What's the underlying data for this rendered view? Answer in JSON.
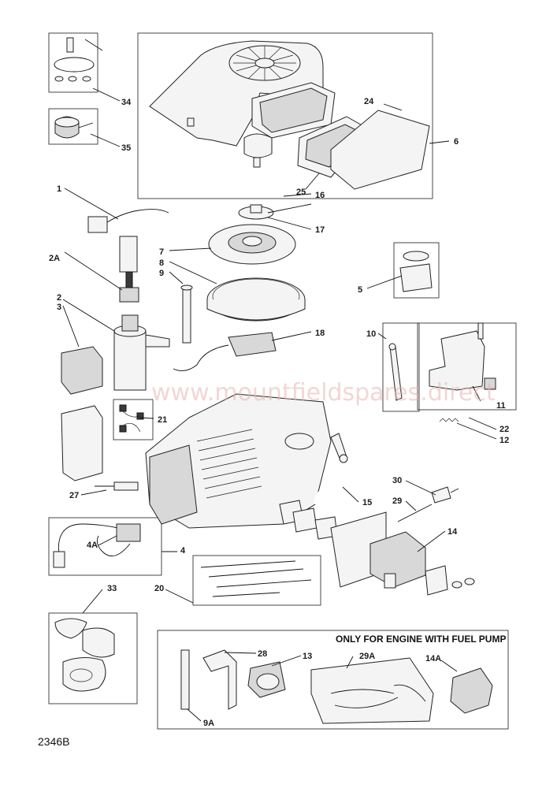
{
  "watermark": "www.mountfieldspares.direct",
  "drawing_code": "2346B",
  "fuel_pump_section_title": "ONLY FOR ENGINE WITH FUEL PUMP",
  "callouts": {
    "c1": "1",
    "c2": "2",
    "c2a": "2A",
    "c3": "3",
    "c4": "4",
    "c4a": "4A",
    "c5": "5",
    "c6": "6",
    "c7": "7",
    "c8": "8",
    "c9": "9",
    "c9a": "9A",
    "c10": "10",
    "c11": "11",
    "c12": "12",
    "c13": "13",
    "c14": "14",
    "c14a": "14A",
    "c15": "15",
    "c16": "16",
    "c17": "17",
    "c18": "18",
    "c20": "20",
    "c21": "21",
    "c22": "22",
    "c24": "24",
    "c25": "25",
    "c27": "27",
    "c28": "28",
    "c29": "29",
    "c29a": "29A",
    "c30": "30",
    "c33": "33",
    "c34": "34",
    "c35": "35"
  }
}
